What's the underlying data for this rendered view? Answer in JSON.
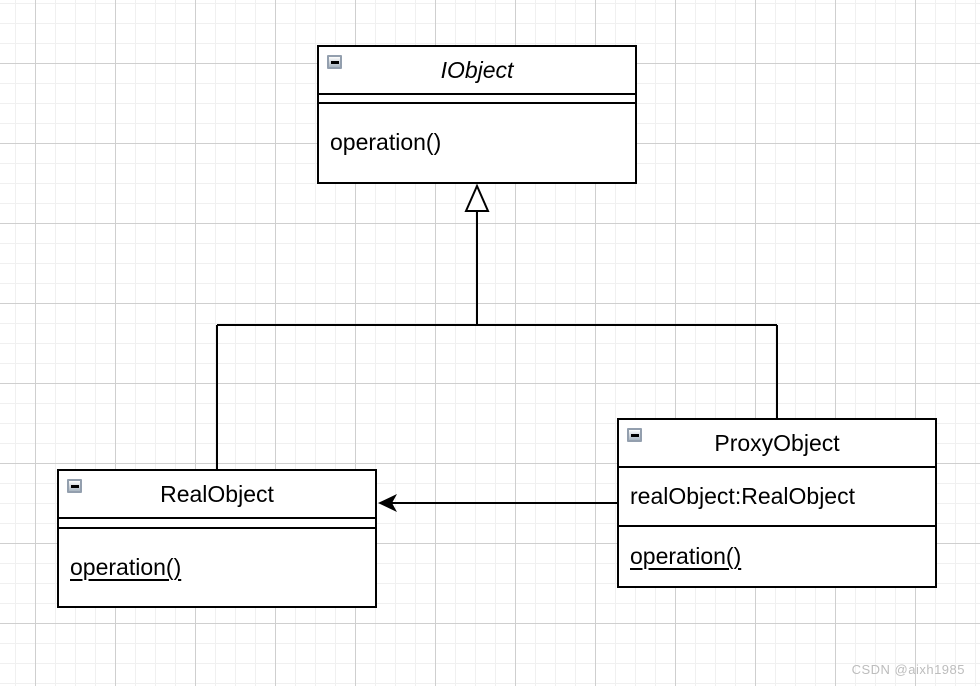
{
  "watermark": "CSDN @aixh1985",
  "colors": {
    "stroke": "#000000",
    "shape_fill": "#ffffff",
    "grid_minor": "#f0f0f0",
    "grid_major": "#cfcfcf",
    "watermark_text": "#bdbdbd"
  },
  "classes": [
    {
      "name": "IObject",
      "name_style": "italic",
      "attributes": [],
      "methods": [
        "operation()"
      ]
    },
    {
      "name": "RealObject",
      "attributes": [],
      "methods": [
        "operation()"
      ]
    },
    {
      "name": "ProxyObject",
      "attributes": [
        "realObject:RealObject"
      ],
      "methods": [
        "operation()"
      ]
    }
  ],
  "relations": [
    {
      "type": "generalization",
      "from": "RealObject",
      "to": "IObject"
    },
    {
      "type": "generalization",
      "from": "ProxyObject",
      "to": "IObject"
    },
    {
      "type": "directed-association",
      "from": "ProxyObject",
      "to": "RealObject"
    }
  ]
}
